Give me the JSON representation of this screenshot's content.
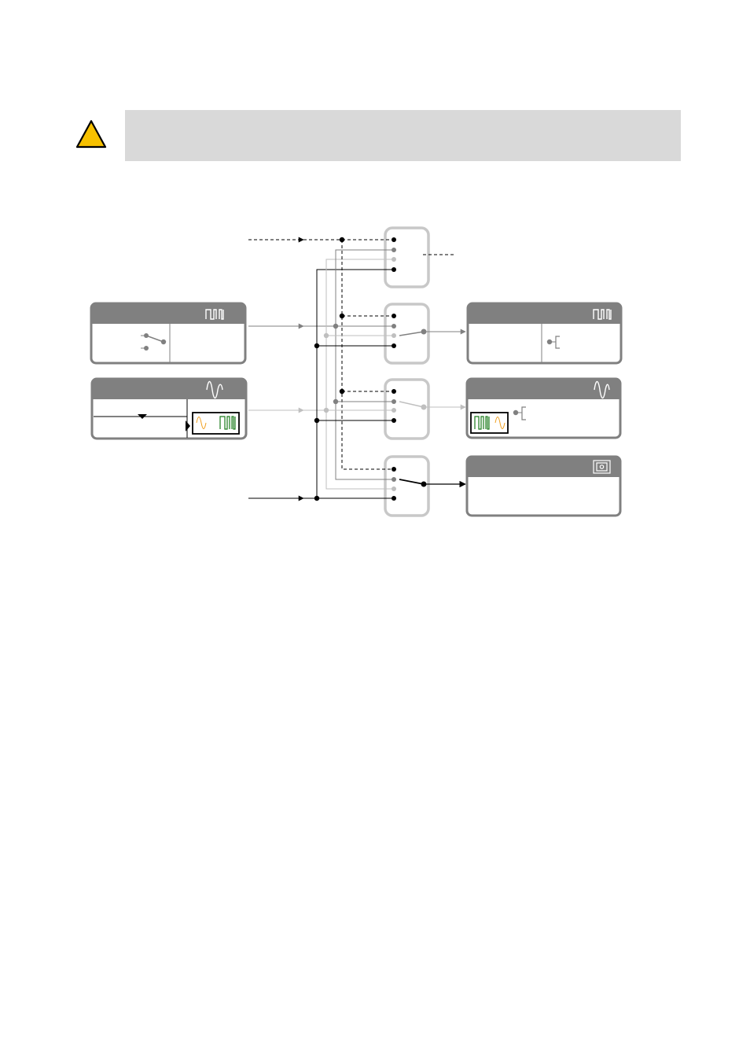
{
  "warning": {
    "icon": "warning-triangle-icon",
    "icon_fill": "#f7c100",
    "box_color": "#d9d9d9"
  },
  "diagram": {
    "colors": {
      "panel_header": "#808080",
      "panel_border": "#808080",
      "selector_border": "#c8c8c8",
      "line_black": "#000000",
      "line_dark_gray": "#808080",
      "line_light_gray": "#bfbfbf",
      "wave_orange": "#f0a020",
      "wave_green": "#1a7a1a"
    },
    "panels": [
      {
        "id": "left-digital-source",
        "icon": "digital-pulse-icon"
      },
      {
        "id": "left-analog-source",
        "icon": "sine-wave-icon"
      },
      {
        "id": "right-digital-output",
        "icon": "digital-pulse-icon"
      },
      {
        "id": "right-analog-output",
        "icon": "sine-wave-icon"
      },
      {
        "id": "right-monitor-output",
        "icon": "monitor-icon"
      }
    ],
    "selectors": [
      {
        "id": "selector-1"
      },
      {
        "id": "selector-2"
      },
      {
        "id": "selector-3"
      },
      {
        "id": "selector-4"
      }
    ]
  }
}
